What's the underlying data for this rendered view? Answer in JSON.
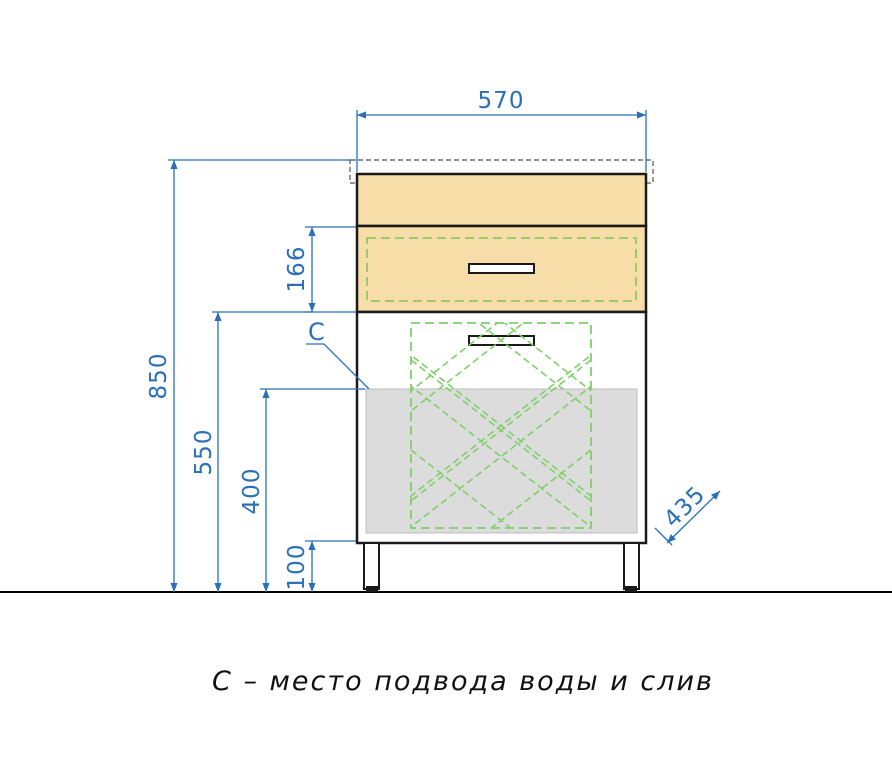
{
  "colors": {
    "dimension": "#2a6fb8",
    "outline": "#1a1a1a",
    "drawer_fill": "#f7dda7",
    "drawer_inner": "#9ecb6a",
    "basket_pattern": "#7fd06a",
    "interior_fill": "#dcdcdc",
    "floor": "#000000"
  },
  "dimensions": {
    "width": "570",
    "height_total": "850",
    "height_top_drawer": "166",
    "height_to_drawer": "550",
    "height_to_interior": "400",
    "height_legs": "100",
    "depth": "435"
  },
  "labels": {
    "marker": "C"
  },
  "caption": "С – место подвода воды и слив"
}
